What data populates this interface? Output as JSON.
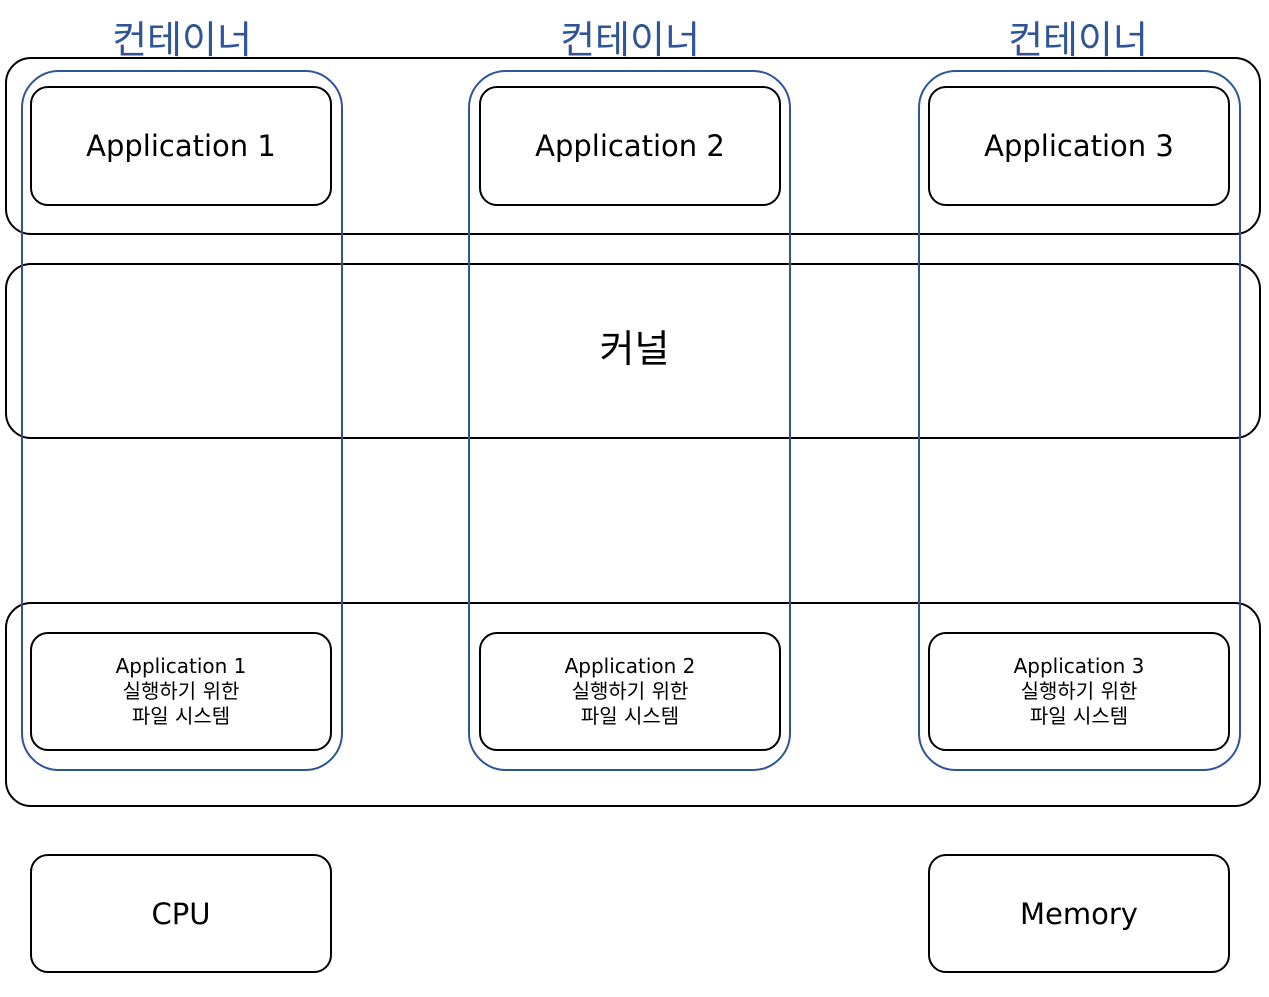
{
  "containers": [
    {
      "label": "컨테이너",
      "app": "Application 1",
      "fs_lines": [
        "Application 1",
        "실행하기 위한",
        "파일 시스템"
      ]
    },
    {
      "label": "컨테이너",
      "app": "Application 2",
      "fs_lines": [
        "Application 2",
        "실행하기 위한",
        "파일 시스템"
      ]
    },
    {
      "label": "컨테이너",
      "app": "Application 3",
      "fs_lines": [
        "Application 3",
        "실행하기 위한",
        "파일 시스템"
      ]
    }
  ],
  "kernel": {
    "label": "커널"
  },
  "hardware": {
    "cpu": "CPU",
    "memory": "Memory"
  },
  "colors": {
    "container": "#2f5597",
    "box": "#000000"
  }
}
